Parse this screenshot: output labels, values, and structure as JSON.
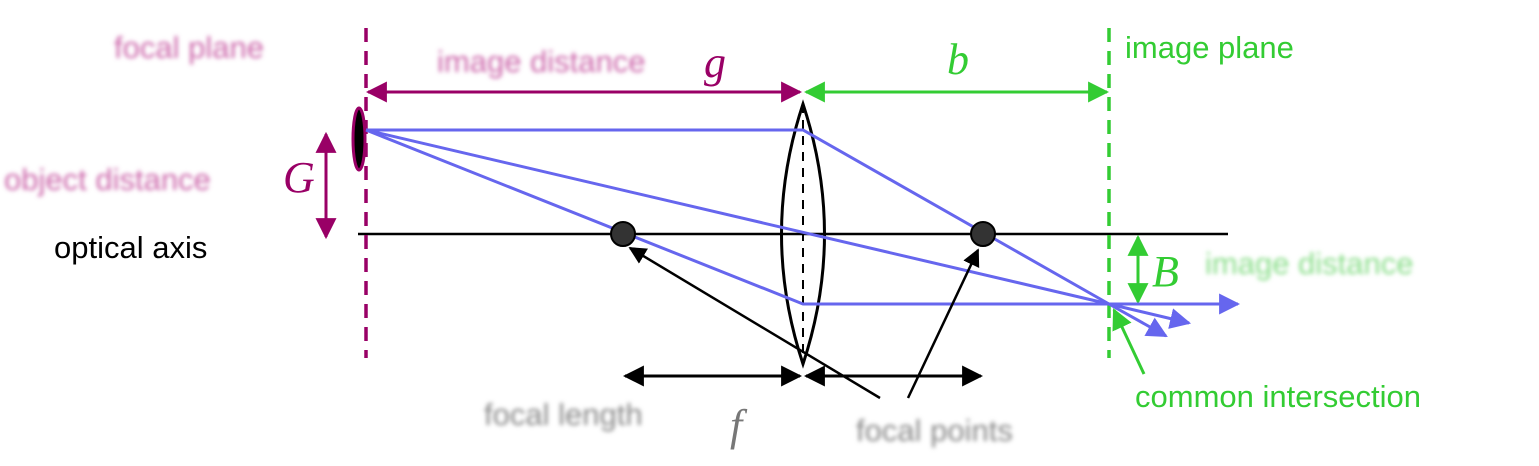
{
  "labels": {
    "object_distance_symbol": "g",
    "image_distance_symbol": "b",
    "image_plane": "image plane",
    "object_size_symbol": "G",
    "optical_axis": "optical axis",
    "image_size_symbol": "B",
    "common_intersection": "common intersection",
    "focal_length_symbol": "f"
  },
  "obscured_labels": {
    "focal_plane": "focal plane",
    "image_distance_word": "image distance",
    "object_distance_word": "object distance",
    "image_distance_right": "image distance",
    "focal_length_word": "focal length",
    "focal_points": "focal points"
  },
  "colors": {
    "object_side": "#990066",
    "image_side": "#33cc33",
    "rays": "#6666ee",
    "axis": "#000000",
    "focal_point": "#333333",
    "obscured_object": "#cc66aa",
    "obscured_image": "#88dd88",
    "obscured_neutral": "#888888"
  }
}
